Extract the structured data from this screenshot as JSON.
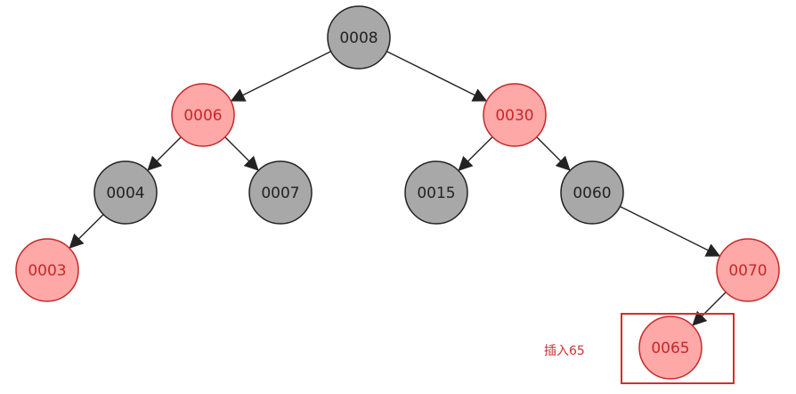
{
  "colors": {
    "red_fill": "#ffa8a8",
    "red_stroke": "#c62828",
    "red_text": "#c62828",
    "black_fill": "#a8a8a8",
    "black_stroke": "#222222",
    "black_text": "#222222",
    "edge": "#222222",
    "highlight": "#d32f2f",
    "annotation_text": "#d32f2f"
  },
  "tree": {
    "nodes": [
      {
        "id": "n8",
        "label": "0008",
        "color": "black"
      },
      {
        "id": "n6",
        "label": "0006",
        "color": "red"
      },
      {
        "id": "n30",
        "label": "0030",
        "color": "red"
      },
      {
        "id": "n4",
        "label": "0004",
        "color": "black"
      },
      {
        "id": "n7",
        "label": "0007",
        "color": "black"
      },
      {
        "id": "n15",
        "label": "0015",
        "color": "black"
      },
      {
        "id": "n60",
        "label": "0060",
        "color": "black"
      },
      {
        "id": "n3",
        "label": "0003",
        "color": "red"
      },
      {
        "id": "n70",
        "label": "0070",
        "color": "red"
      },
      {
        "id": "n65",
        "label": "0065",
        "color": "red"
      }
    ],
    "edges": [
      {
        "from": "n8",
        "to": "n6"
      },
      {
        "from": "n8",
        "to": "n30"
      },
      {
        "from": "n6",
        "to": "n4"
      },
      {
        "from": "n6",
        "to": "n7"
      },
      {
        "from": "n30",
        "to": "n15"
      },
      {
        "from": "n30",
        "to": "n60"
      },
      {
        "from": "n4",
        "to": "n3"
      },
      {
        "from": "n60",
        "to": "n70"
      },
      {
        "from": "n70",
        "to": "n65"
      }
    ]
  },
  "annotation": {
    "text": "插入65"
  }
}
